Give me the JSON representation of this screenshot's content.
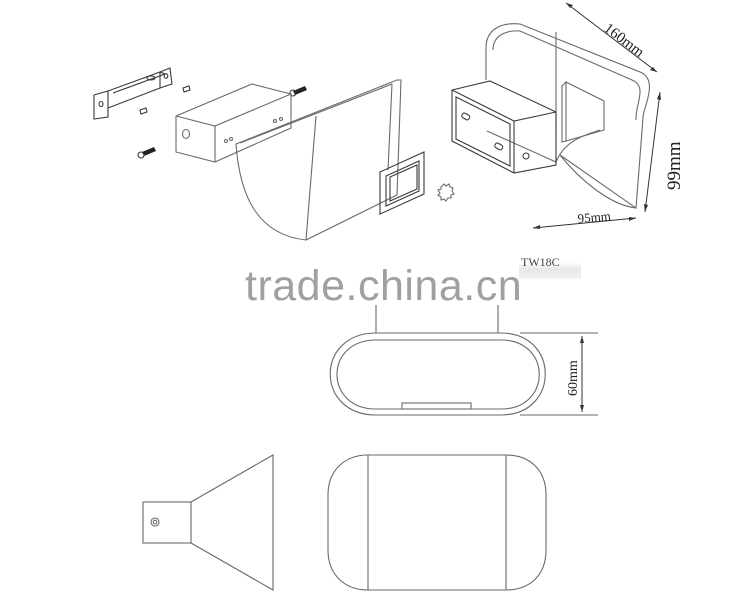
{
  "drawing": {
    "title": "Wall lamp exploded view and orthographic views",
    "views": [
      "exploded-view",
      "assembled-isometric-view",
      "top-view",
      "side-view",
      "front-view"
    ]
  },
  "dimensions": {
    "length": "160mm",
    "height": "99mm",
    "depth": "95mm",
    "width": "60mm"
  },
  "labels": {
    "watermark": "trade.china.cn",
    "model": "TW18C"
  },
  "colors": {
    "line": "#6a6a6a",
    "watermark": "#a0a0a0",
    "background": "#ffffff"
  }
}
